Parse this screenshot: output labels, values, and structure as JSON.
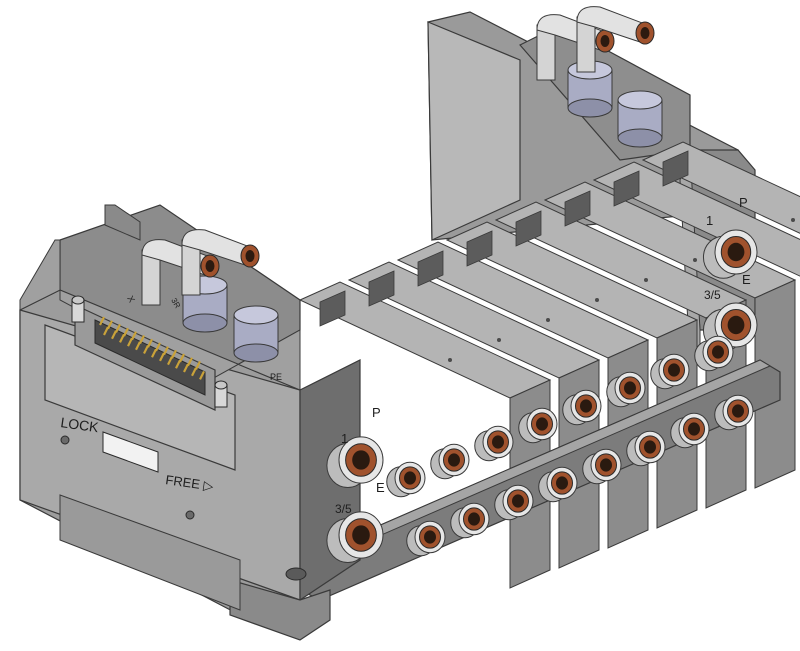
{
  "figure": {
    "subject": "pneumatic solenoid valve manifold with D-sub connector and push-in fittings",
    "colors": {
      "body_gray": "#8c8c8c",
      "body_light": "#b4b4b4",
      "body_dark": "#5c5c5c",
      "fitting_ring": "#a0522d",
      "silencer": "#a9acc4",
      "connector_pins": "#c9a23a"
    }
  },
  "labels": {
    "lock": "LOCK",
    "free": "FREE ▷",
    "port_1_left": "1",
    "port_p_left": "P",
    "port_35_left": "3/5",
    "port_e_left": "E",
    "port_1_right": "1",
    "port_p_right": "P",
    "port_35_right": "3/5",
    "port_e_right": "E",
    "tag_x": "X",
    "tag_pe": "PE",
    "tag_3r": "3R"
  }
}
